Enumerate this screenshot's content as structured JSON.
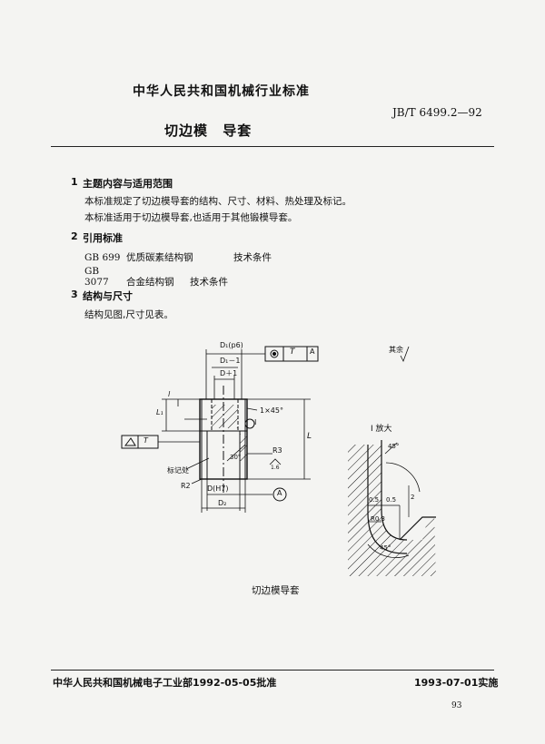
{
  "header": {
    "org_title": "中华人民共和国机械行业标准",
    "standard_code": "JB/T 6499.2—92",
    "doc_title": "切边模 导套"
  },
  "sections": [
    {
      "number": "1",
      "title": "主题内容与适用范围",
      "paragraphs": [
        "本标准规定了切边模导套的结构、尺寸、材料、热处理及标记。",
        "本标准适用于切边模导套,也适用于其他锻模导套。"
      ]
    },
    {
      "number": "2",
      "title": "引用标准",
      "refs": [
        {
          "code": "GB 699",
          "name": "优质碳素结构钢",
          "desc": "技术条件"
        },
        {
          "code": "GB 3077",
          "name": "合金结构钢",
          "desc": "技术条件"
        }
      ]
    },
    {
      "number": "3",
      "title": "结构与尺寸",
      "paragraphs": [
        "结构见图,尺寸见表。"
      ]
    }
  ],
  "figure": {
    "caption": "切边模导套",
    "labels": {
      "d1_p6": "D₁(p6)",
      "d1_minus1": "D₁－1",
      "d_plus1": "D＋1",
      "d_h7": "D(H7)",
      "d2": "D₂",
      "tol_t": "T",
      "tol_a": "A",
      "datum_a": "A",
      "chamfer": "1×45°",
      "angle30": "30°",
      "r3": "R3",
      "r2": "R2",
      "mark": "标记处",
      "l": "L",
      "l1": "L₁",
      "i_marker": "I",
      "l_mark": "l",
      "rest_symbol": "其余",
      "detail_title": "I 放大",
      "angle45_top": "45°",
      "angle45_bot": "45°",
      "dim05a": "0.5",
      "dim05b": "0.5",
      "r03": "R0.3",
      "dim2": "2",
      "roughness_16": "1.6"
    }
  },
  "footer": {
    "approval": "中华人民共和国机械电子工业部1992-05-05批准",
    "implement": "1993-07-01实施",
    "page_number": "93"
  }
}
